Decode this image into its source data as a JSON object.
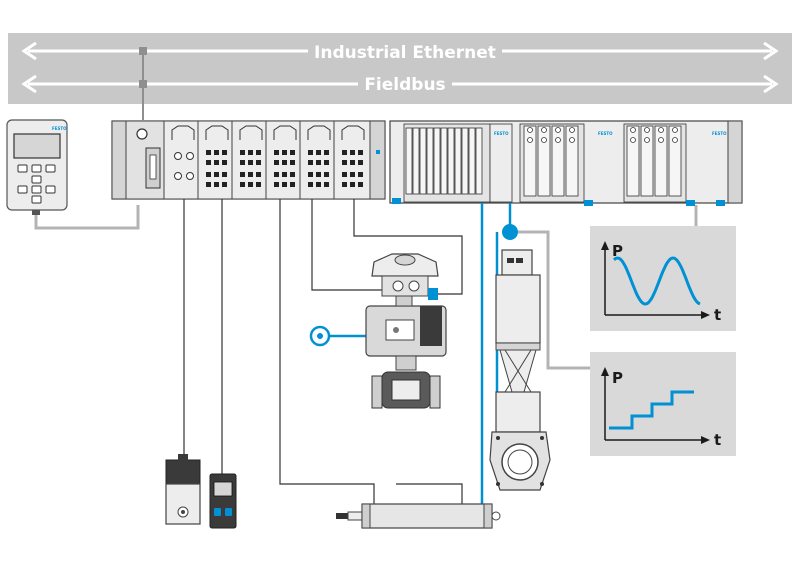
{
  "buses": {
    "ethernet": {
      "label": "Industrial Ethernet"
    },
    "fieldbus": {
      "label": "Fieldbus"
    }
  },
  "device_brand": "FESTO",
  "plots": [
    {
      "y_axis": "P",
      "x_axis": "t",
      "curve": "sine"
    },
    {
      "y_axis": "P",
      "x_axis": "t",
      "curve": "staircase"
    }
  ],
  "colors": {
    "bus_band": "#c8c8c8",
    "bus_line": "#ffffff",
    "accent": "#0091d5",
    "wire": "#333333",
    "gray_wire": "#b4b4b4",
    "panel": "#d9d9d9",
    "device_light": "#ededed",
    "device_mid": "#d5d5d5",
    "device_dark": "#3a3a3a"
  }
}
